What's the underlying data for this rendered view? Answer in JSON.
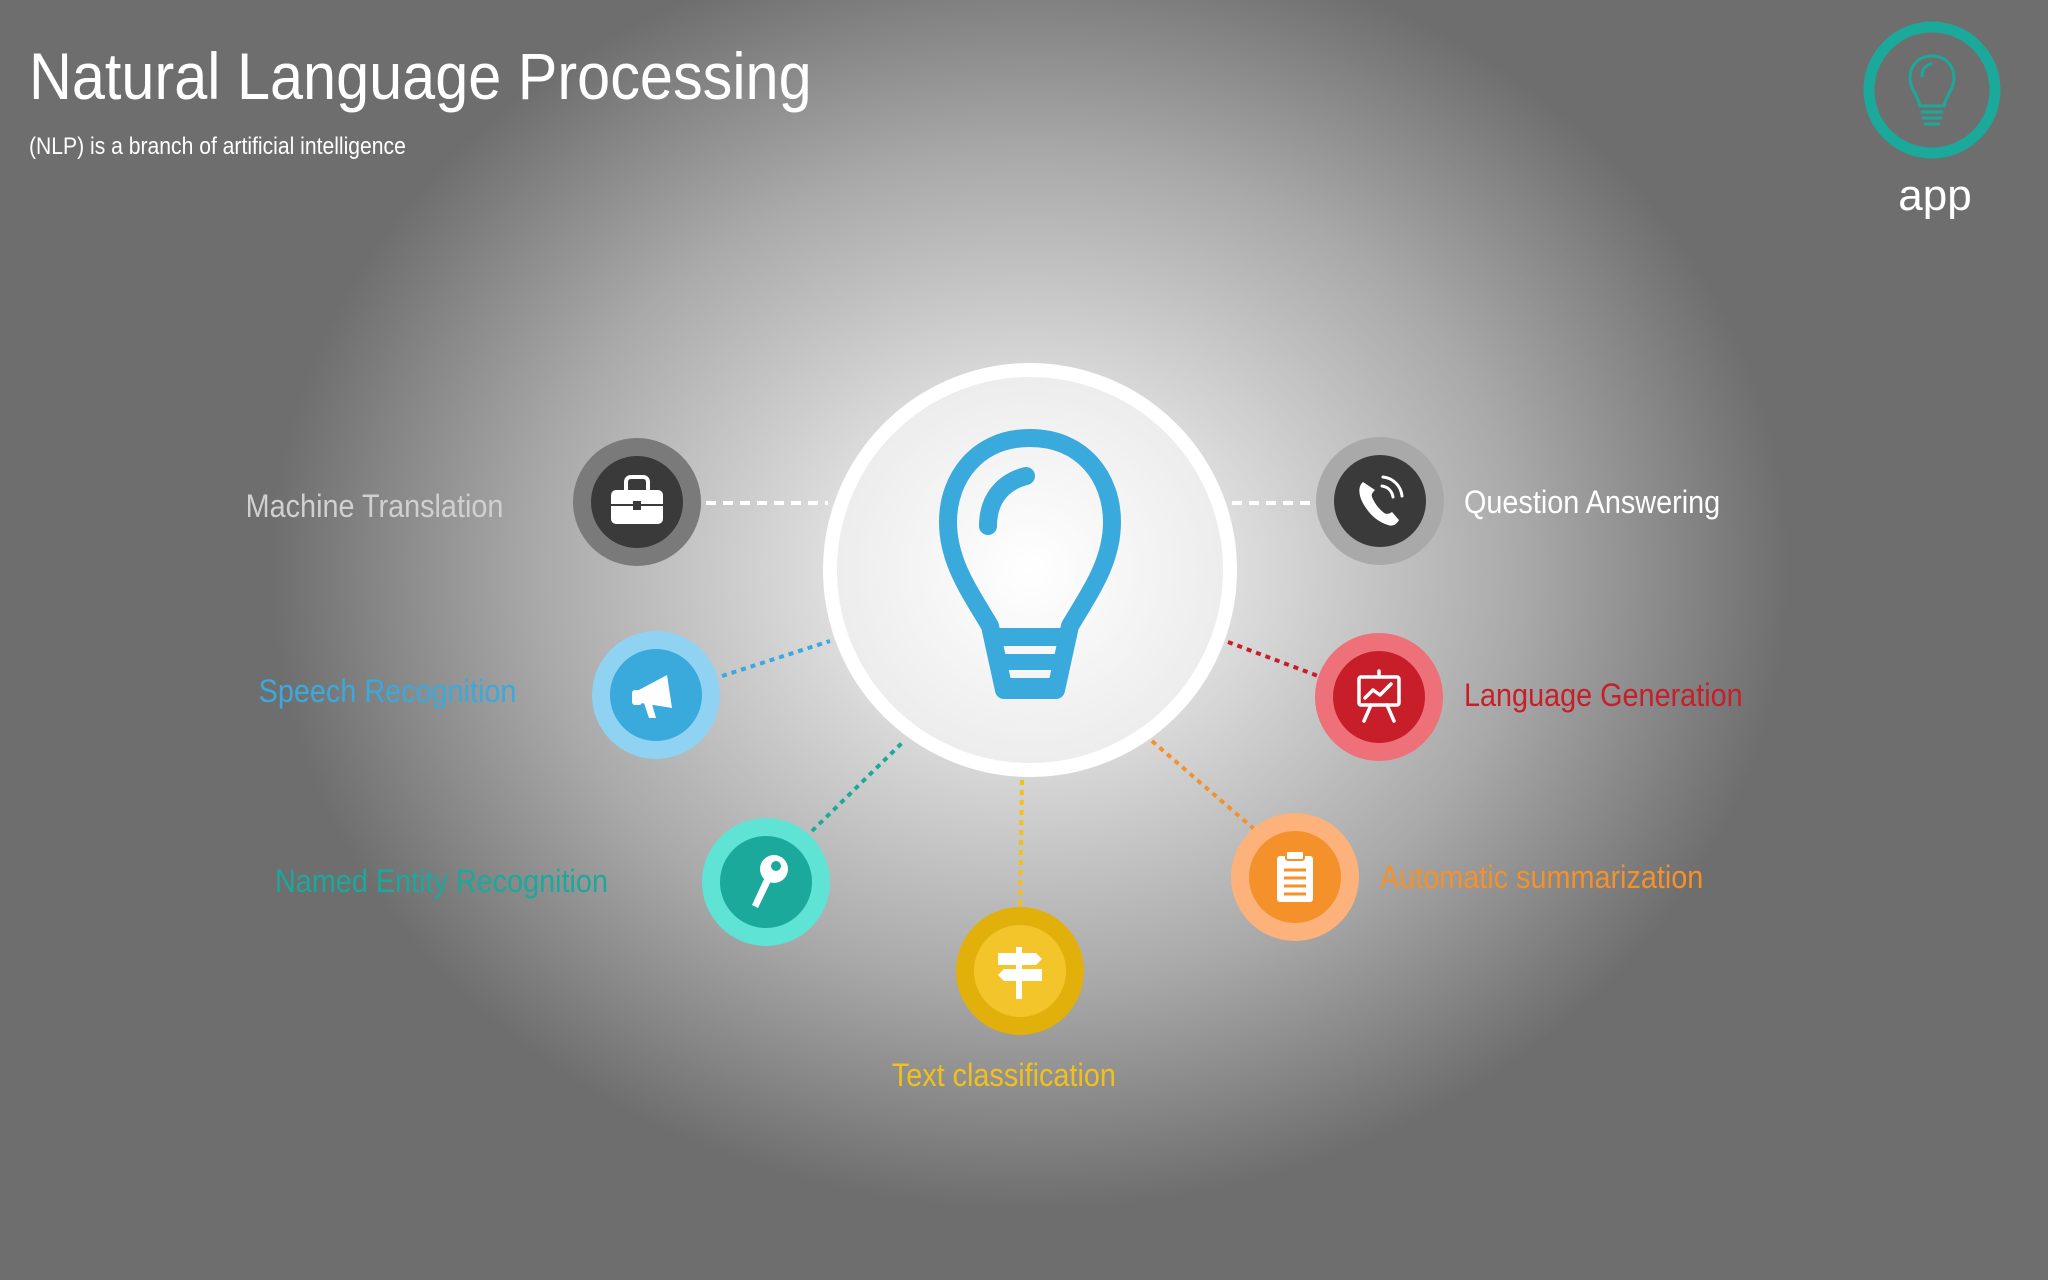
{
  "header": {
    "title": "Natural Language Processing",
    "subtitle": "(NLP) is a branch of artificial intelligence"
  },
  "app_logo": {
    "label": "app",
    "icon": "lightbulb-icon",
    "color": "#1aa99a"
  },
  "center": {
    "icon": "lightbulb-icon",
    "color": "#3aa9dc"
  },
  "nodes": [
    {
      "id": "machine-translation",
      "label": "Machine Translation",
      "icon": "briefcase-icon",
      "color": "#d0d0d0",
      "ring": "#7a7a7a",
      "core": "#3a3a3a"
    },
    {
      "id": "speech-recognition",
      "label": "Speech Recognition",
      "icon": "megaphone-icon",
      "color": "#3aa9dc",
      "ring": "#8fd2f2",
      "core": "#3aa9dc"
    },
    {
      "id": "named-entity-recognition",
      "label": "Named Entity Recognition",
      "icon": "key-icon",
      "color": "#1aa99a",
      "ring": "#5ee3d4",
      "core": "#1aa99a"
    },
    {
      "id": "text-classification",
      "label": "Text classification",
      "icon": "signpost-icon",
      "color": "#f2c01c",
      "ring": "#e2b00a",
      "core": "#f3c52a"
    },
    {
      "id": "automatic-summarization",
      "label": "Automatic summarization",
      "icon": "clipboard-icon",
      "color": "#f5912a",
      "ring": "#fcb27a",
      "core": "#f5912a"
    },
    {
      "id": "language-generation",
      "label": "Language Generation",
      "icon": "presentation-board-icon",
      "color": "#c81e2a",
      "ring": "#ee7078",
      "core": "#c81e2a"
    },
    {
      "id": "question-answering",
      "label": "Question Answering",
      "icon": "phone-icon",
      "color": "#ffffff",
      "ring": "#a9a9a9",
      "core": "#3a3a3a"
    }
  ]
}
